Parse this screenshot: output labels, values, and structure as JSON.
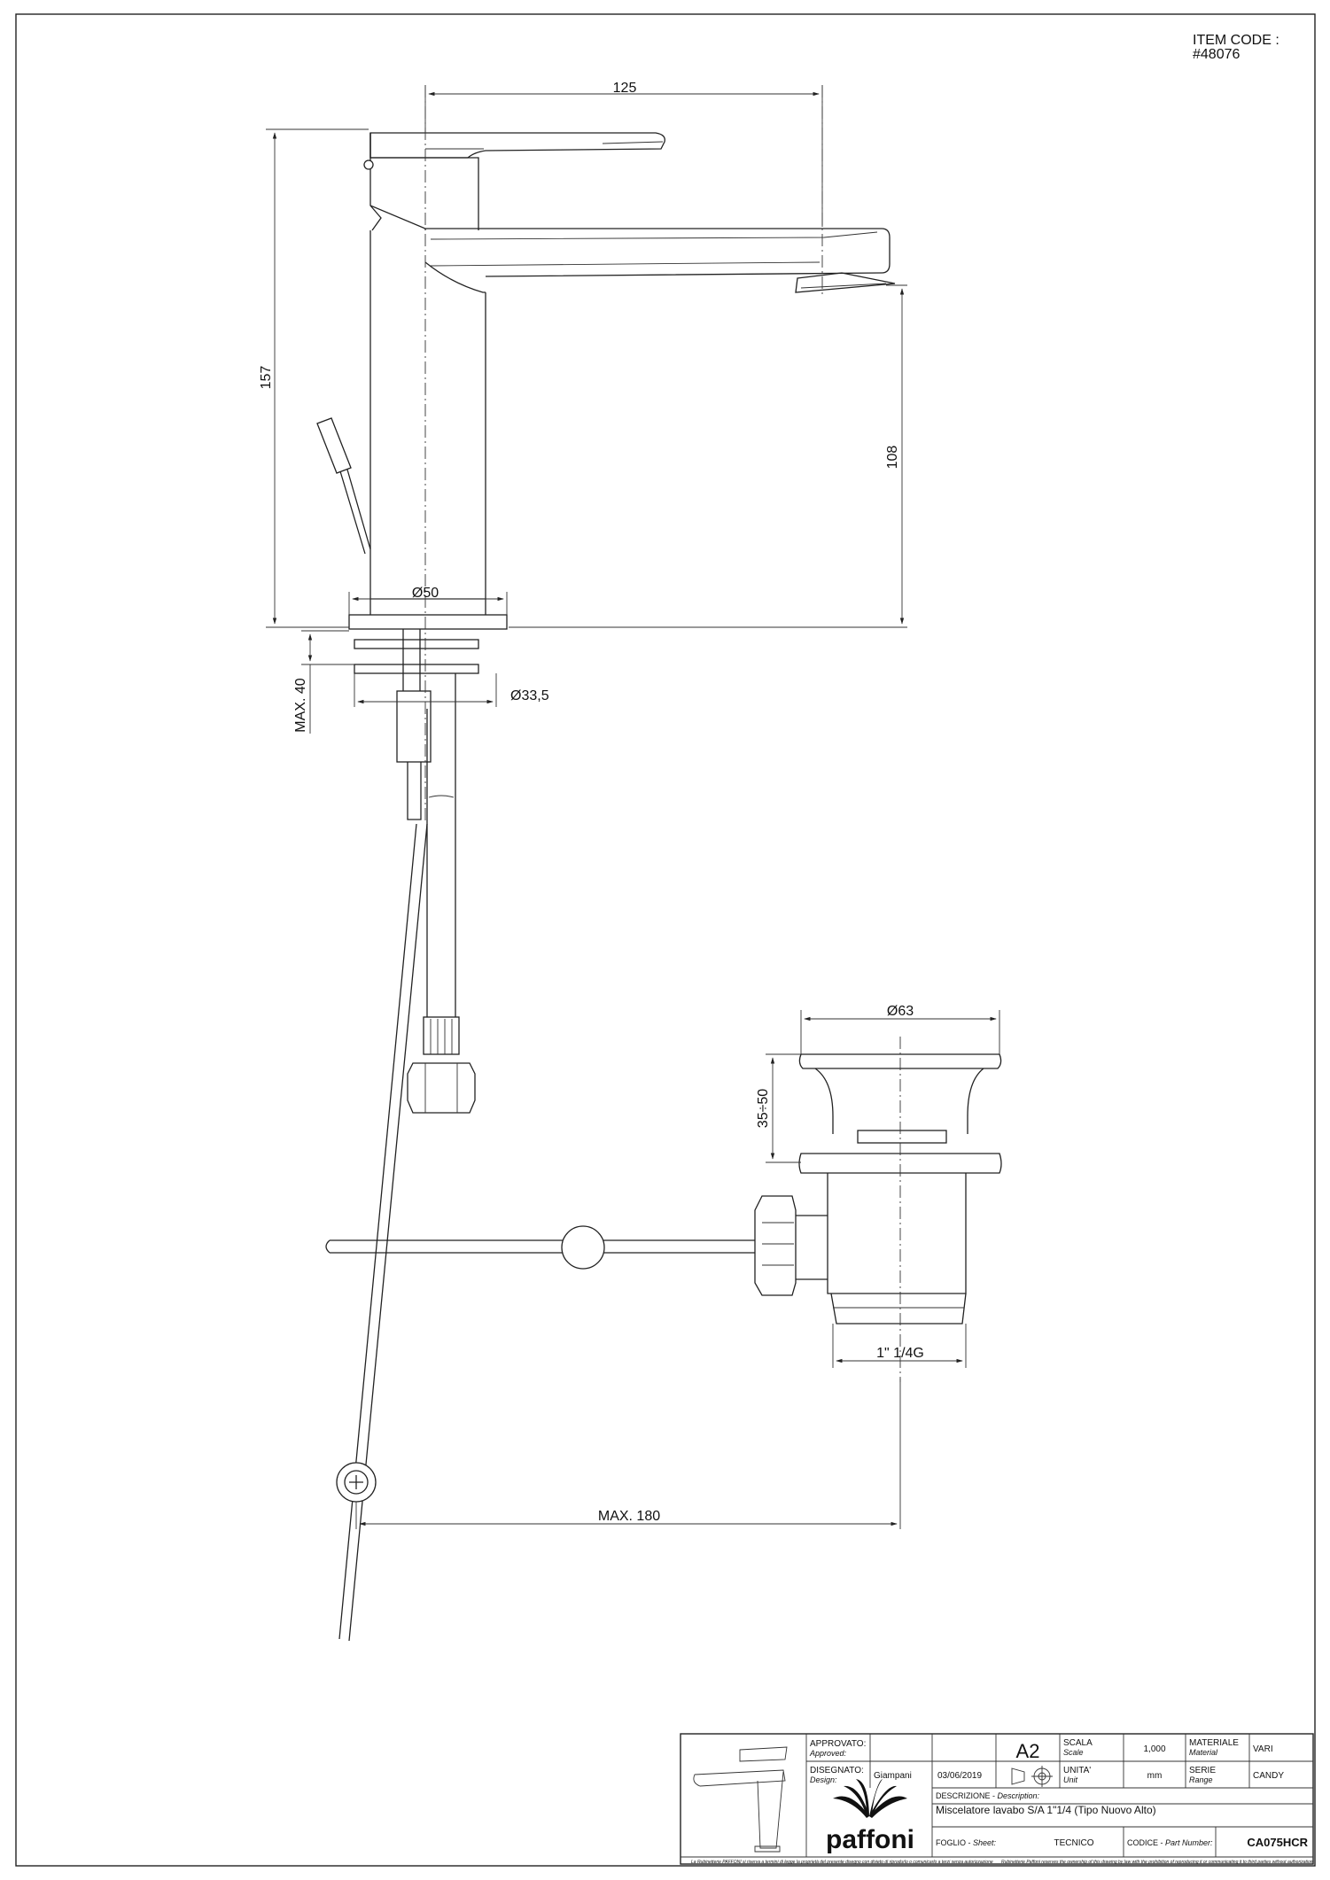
{
  "item_code": {
    "label": "ITEM CODE :",
    "value": "#48076"
  },
  "dimensions": {
    "spout_reach": "125",
    "total_height": "157",
    "spout_height": "108",
    "base_diameter": "Ø50",
    "shank_diameter": "Ø33,5",
    "max_deck_thickness": "MAX. 40",
    "waste_diameter": "Ø63",
    "waste_height": "35÷50",
    "waste_thread": "1\" 1/4G",
    "max_rod_distance": "MAX. 180"
  },
  "title_block": {
    "approved_label": "APPROVATO:",
    "approved_label_en": "Approved:",
    "design_label": "DISEGNATO:",
    "design_label_en": "Design:",
    "designer": "Giampani",
    "date": "03/06/2019",
    "format": "A2",
    "scale_label": "SCALA",
    "scale_label_en": "Scale",
    "scale_value": "1,000",
    "unit_label": "UNITA'",
    "unit_label_en": "Unit",
    "unit_value": "mm",
    "material_label": "MATERIALE",
    "material_label_en": "Material",
    "material_value": "VARI",
    "series_label": "SERIE",
    "series_label_en": "Range",
    "series_value": "CANDY",
    "description_label": "DESCRIZIONE - ",
    "description_label_en": "Description:",
    "description_value": "Miscelatore lavabo S/A 1\"1/4 (Tipo Nuovo Alto)",
    "sheet_label": "FOGLIO - ",
    "sheet_label_en": "Sheet:",
    "sheet_value": "TECNICO",
    "part_label": "CODICE - ",
    "part_label_en": "Part Number:",
    "part_value": "CA075HCR",
    "brand": "paffoni",
    "footer_it": "La Rubinetterie PAFFONI si riserva a termini di legge la proprietà del presente disegno con divieto di riprodurlo o comunicarlo a terzi senza autorizzazione",
    "footer_en": "Rubinetterie Paffoni reserves the ownership of this drawing by law with the prohibition of reproducing it or communicating it to third parties without authorization"
  }
}
